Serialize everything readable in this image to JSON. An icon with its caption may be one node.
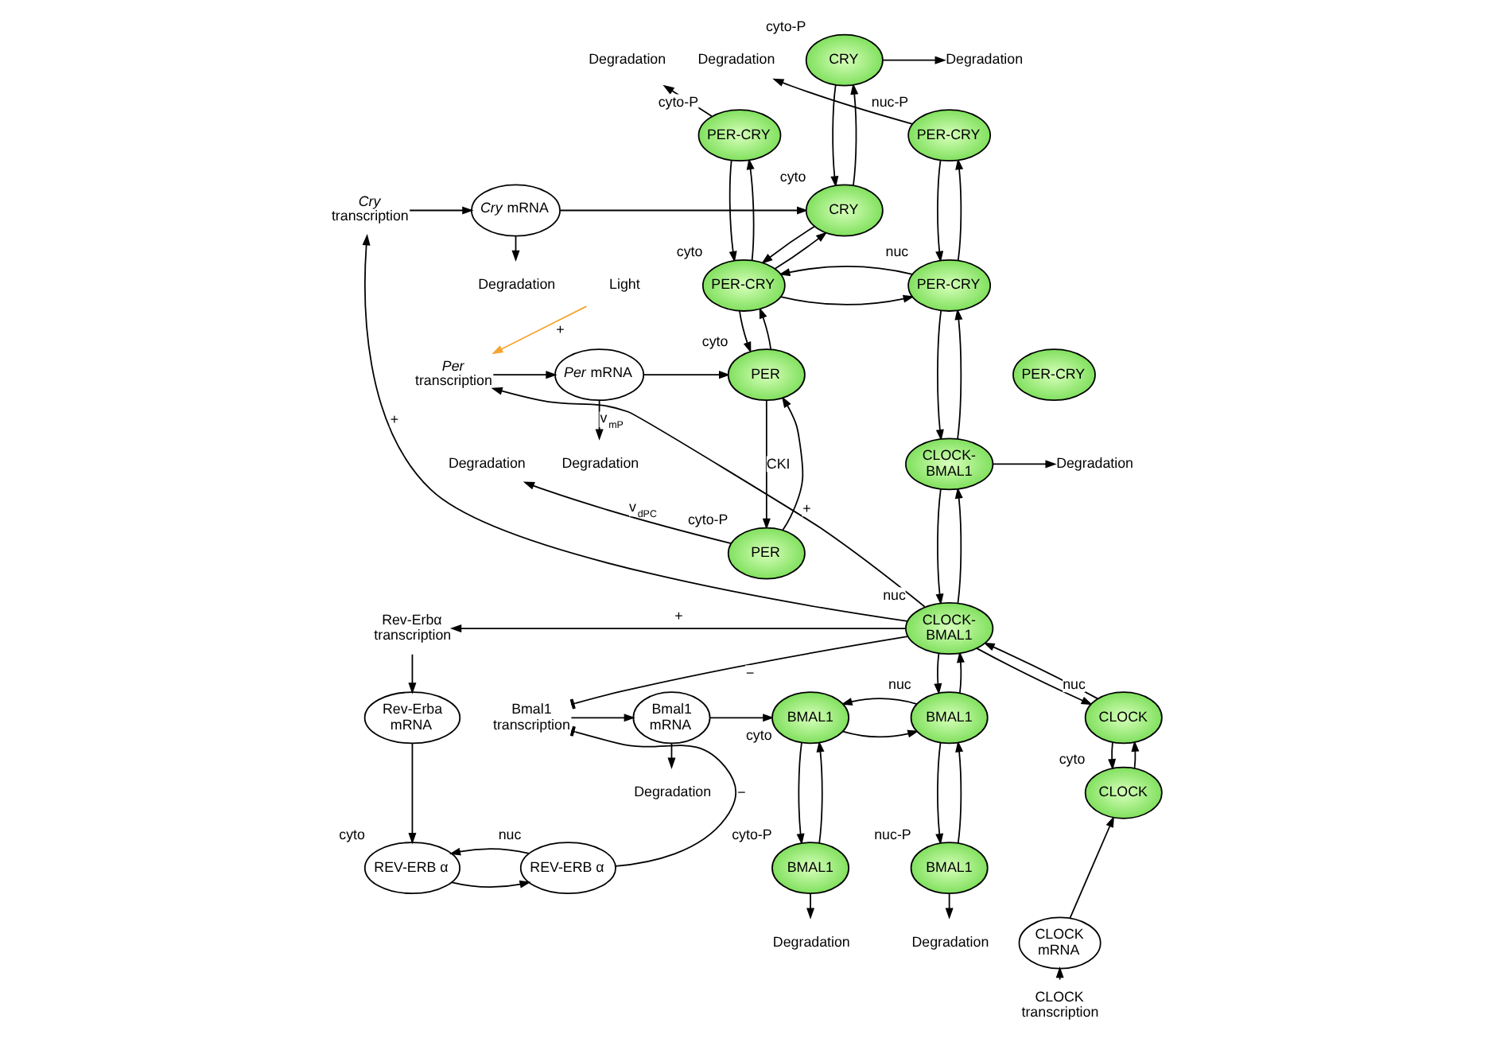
{
  "diagram": {
    "nodes": [
      {
        "text": [
          "Degradation"
        ]
      },
      {
        "text": [
          "CRY"
        ],
        "beside": [
          "cyto-P"
        ]
      },
      {
        "text": [
          "Degradation"
        ]
      },
      {
        "text": [
          "Degradation"
        ]
      },
      {
        "text": [
          "PER-CRY"
        ],
        "beside": [
          "cyto-P"
        ]
      },
      {
        "text": [
          "PER-CRY"
        ],
        "beside": [
          "nuc-P"
        ]
      },
      {
        "text": [
          "*Cry* transcription"
        ]
      },
      {
        "text": [
          "*Cry* mRNA"
        ]
      },
      {
        "text": [
          "CRY"
        ],
        "beside": [
          "cyto"
        ]
      },
      {
        "text": [
          "Degradation"
        ]
      },
      {
        "text": [
          "PER-CRY"
        ],
        "beside": [
          "cyto"
        ]
      },
      {
        "text": [
          "PER-CRY"
        ],
        "beside": [
          "nuc"
        ]
      },
      {
        "text": [
          "Light"
        ]
      },
      {
        "text": [
          "*Per* transcription"
        ]
      },
      {
        "text": [
          "*Per* mRNA"
        ]
      },
      {
        "text": [
          "PER"
        ],
        "beside": [
          "cyto"
        ]
      },
      {
        "text": [
          "PER-CRY"
        ]
      },
      {
        "text": [
          "CLOCK-BMAL1"
        ]
      },
      {
        "text": [
          "Degradation"
        ]
      },
      {
        "text": [
          "Degradation"
        ]
      },
      {
        "text": [
          "Degradation"
        ]
      },
      {
        "text": [
          "PER"
        ],
        "beside": [
          "cyto-P"
        ]
      },
      {
        "text": [
          "Rev-Erbα transcription"
        ]
      },
      {
        "text": [
          "CLOCK-BMAL1"
        ],
        "beside": [
          "nuc"
        ]
      },
      {
        "text": [
          "Rev-Erba mRNA"
        ]
      },
      {
        "text": [
          "Bmal1 transcription"
        ]
      },
      {
        "text": [
          "Bmal1 mRNA"
        ]
      },
      {
        "text": [
          "BMAL1"
        ],
        "beside": [
          "cyto"
        ]
      },
      {
        "text": [
          "BMAL1"
        ],
        "beside": [
          "nuc"
        ]
      },
      {
        "text": [
          "CLOCK"
        ],
        "beside": [
          "nuc"
        ]
      },
      {
        "text": [
          "Degradation"
        ]
      },
      {
        "text": [
          "CLOCK"
        ],
        "beside": [
          "cyto"
        ]
      },
      {
        "text": [
          "REV-ERB α"
        ],
        "beside": [
          "cyto"
        ]
      },
      {
        "text": [
          "REV-ERB α"
        ],
        "beside": [
          "nuc"
        ]
      },
      {
        "text": [
          "BMAL1"
        ],
        "beside": [
          "cyto-P"
        ]
      },
      {
        "text": [
          "BMAL1"
        ],
        "beside": [
          "nuc-P"
        ]
      },
      {
        "text": [
          "CLOCK mRNA"
        ]
      },
      {
        "text": [
          "Degradation"
        ]
      },
      {
        "text": [
          "Degradation"
        ]
      },
      {
        "text": [
          "CLOCK transcription"
        ]
      }
    ],
    "edges": [
      {
        "from": 1,
        "to": 0,
        "arrow": "to"
      },
      {
        "from": 8,
        "to": 1,
        "arrow": "to"
      },
      {
        "from": 1,
        "to": 8,
        "arrow": "to"
      },
      {
        "from": 4,
        "to": 2,
        "arrow": "to"
      },
      {
        "from": 5,
        "to": 3,
        "arrow": "to"
      },
      {
        "from": 10,
        "to": 4,
        "arrow": "to"
      },
      {
        "from": 4,
        "to": 10,
        "arrow": "to"
      },
      {
        "from": 11,
        "to": 5,
        "arrow": "to"
      },
      {
        "from": 5,
        "to": 11,
        "arrow": "to"
      },
      {
        "from": 6,
        "to": 7,
        "arrow": "to"
      },
      {
        "from": 7,
        "to": 8,
        "arrow": "to"
      },
      {
        "from": 7,
        "to": 9,
        "arrow": "to"
      },
      {
        "from": 8,
        "to": 10,
        "arrow": "to"
      },
      {
        "from": 15,
        "to": 10,
        "arrow": "to"
      },
      {
        "from": 10,
        "to": 8,
        "arrow": "to"
      },
      {
        "from": 10,
        "to": 15,
        "arrow": "to"
      },
      {
        "from": 10,
        "to": 11,
        "arrow": "to"
      },
      {
        "from": 11,
        "to": 10,
        "arrow": "to"
      },
      {
        "from": 12,
        "to": 13,
        "arrow": "to",
        "label": "+",
        "color": "#f6a531"
      },
      {
        "from": 13,
        "to": 14,
        "arrow": "to"
      },
      {
        "from": 14,
        "to": 15,
        "arrow": "to"
      },
      {
        "from": 14,
        "to": 19,
        "arrow": "to",
        "label": "v$_{mP}$"
      },
      {
        "from": 15,
        "to": 21,
        "arrow": "to",
        "label": "CKI"
      },
      {
        "from": 21,
        "to": 15,
        "arrow": "to"
      },
      {
        "from": 21,
        "to": 20,
        "arrow": "to",
        "label": "v$_{dPC}$"
      },
      {
        "from": 11,
        "to": 17,
        "arrow": "to"
      },
      {
        "from": 23,
        "to": 17,
        "arrow": "to"
      },
      {
        "from": 17,
        "to": 11,
        "arrow": "to"
      },
      {
        "from": 17,
        "to": 23,
        "arrow": "to"
      },
      {
        "from": 17,
        "to": 18,
        "arrow": "to"
      },
      {
        "from": 23,
        "to": 22,
        "arrow": "to",
        "label": "+"
      },
      {
        "from": 23,
        "to": 13,
        "arrow": "to",
        "label": "+"
      },
      {
        "from": 23,
        "to": 6,
        "arrow": "to",
        "label": "+"
      },
      {
        "from": 23,
        "to": 25,
        "arrow": "other",
        "label": "−"
      },
      {
        "from": 22,
        "to": 24,
        "arrow": "to"
      },
      {
        "from": 24,
        "to": 32,
        "arrow": "to"
      },
      {
        "from": 32,
        "to": 33,
        "arrow": "to"
      },
      {
        "from": 33,
        "to": 32,
        "arrow": "to"
      },
      {
        "from": 33,
        "to": 25,
        "arrow": "other",
        "label": "−"
      },
      {
        "from": 25,
        "to": 26,
        "arrow": "to"
      },
      {
        "from": 26,
        "to": 27,
        "arrow": "to"
      },
      {
        "from": 26,
        "to": 30,
        "arrow": "to"
      },
      {
        "from": 27,
        "to": 28,
        "arrow": "to"
      },
      {
        "from": 28,
        "to": 27,
        "arrow": "to"
      },
      {
        "from": 27,
        "to": 34,
        "arrow": "to"
      },
      {
        "from": 34,
        "to": 27,
        "arrow": "to"
      },
      {
        "from": 28,
        "to": 35,
        "arrow": "to"
      },
      {
        "from": 35,
        "to": 28,
        "arrow": "to"
      },
      {
        "from": 34,
        "to": 37,
        "arrow": "to"
      },
      {
        "from": 35,
        "to": 38,
        "arrow": "to"
      },
      {
        "from": 23,
        "to": 28,
        "arrow": "to"
      },
      {
        "from": 23,
        "to": 29,
        "arrow": "to"
      },
      {
        "from": 28,
        "to": 23,
        "arrow": "to"
      },
      {
        "from": 29,
        "to": 23,
        "arrow": "to"
      },
      {
        "from": 29,
        "to": 31,
        "arrow": "to"
      },
      {
        "from": 31,
        "to": 29,
        "arrow": "to"
      },
      {
        "from": 36,
        "to": 31,
        "arrow": "to"
      },
      {
        "from": 39,
        "to": 36,
        "arrow": "to"
      }
    ]
  }
}
